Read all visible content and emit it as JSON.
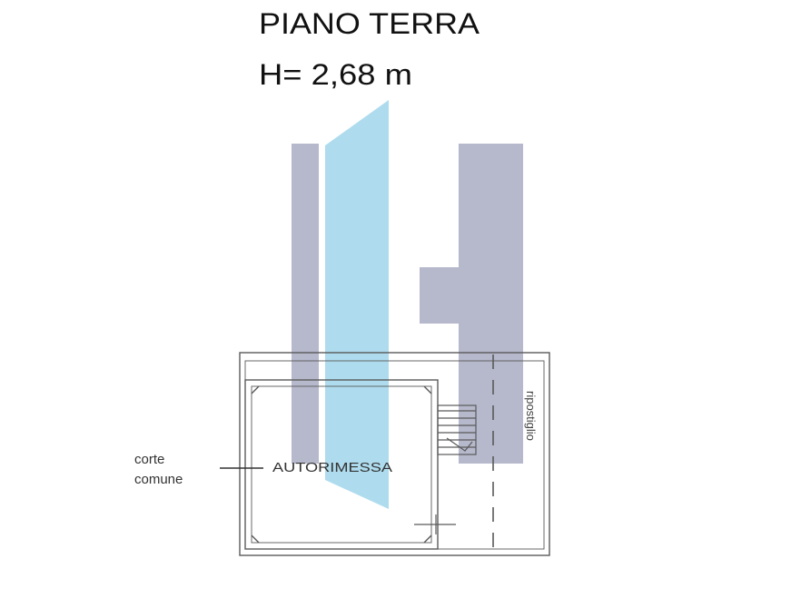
{
  "header": {
    "title": "PIANO TERRA",
    "height_label": "H= 2,68 m"
  },
  "labels": {
    "corte_line1": "corte",
    "corte_line2": "comune",
    "room_name": "AUTORIMESSA",
    "vertical_label": "ripostiglio"
  },
  "colors": {
    "watermark_blue": "#aedcee",
    "watermark_gray": "#b6b8cc",
    "wall_line": "#5a5a5a",
    "text": "#111111"
  }
}
